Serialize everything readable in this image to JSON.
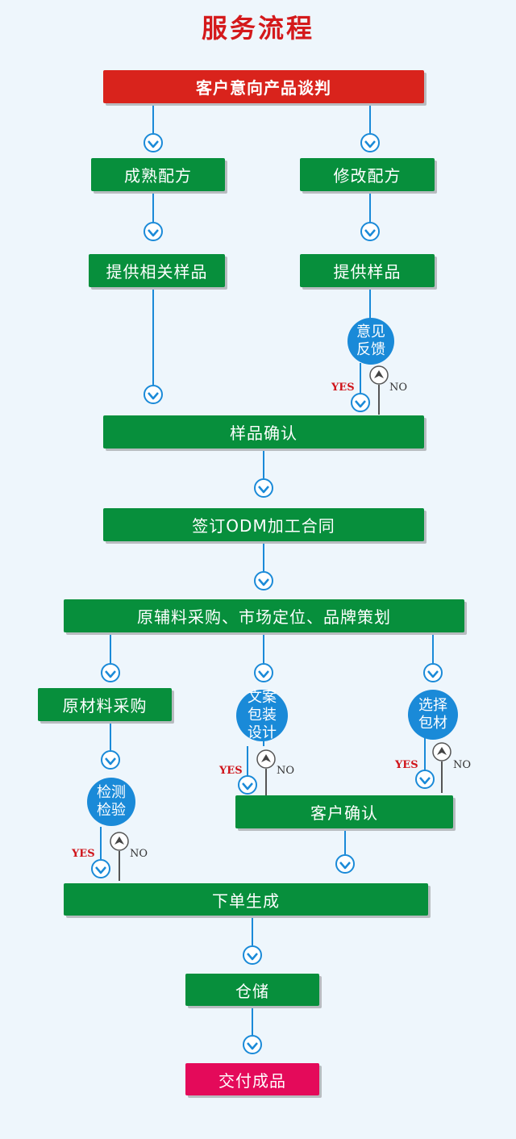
{
  "title": "服务流程",
  "nodes": {
    "start": "客户意向产品谈判",
    "mature_formula": "成熟配方",
    "modify_formula": "修改配方",
    "related_samples": "提供相关样品",
    "samples": "提供样品",
    "feedback": "意见反馈",
    "sample_confirm": "样品确认",
    "contract": "签订ODM加工合同",
    "procurement": "原辅料采购、市场定位、品牌策划",
    "raw_purchase": "原材料采购",
    "copy_design": "文案包装设计",
    "choose_material": "选择包材",
    "inspection": "检测检验",
    "customer_confirm": "客户确认",
    "order": "下单生成",
    "storage": "仓储",
    "deliver": "交付成品"
  },
  "labels": {
    "yes": "YES",
    "no": "NO"
  },
  "colors": {
    "green": "#078f3c",
    "red": "#d9231c",
    "pink": "#e40a5a",
    "blue": "#1a8ad8",
    "title": "#d4191b"
  }
}
